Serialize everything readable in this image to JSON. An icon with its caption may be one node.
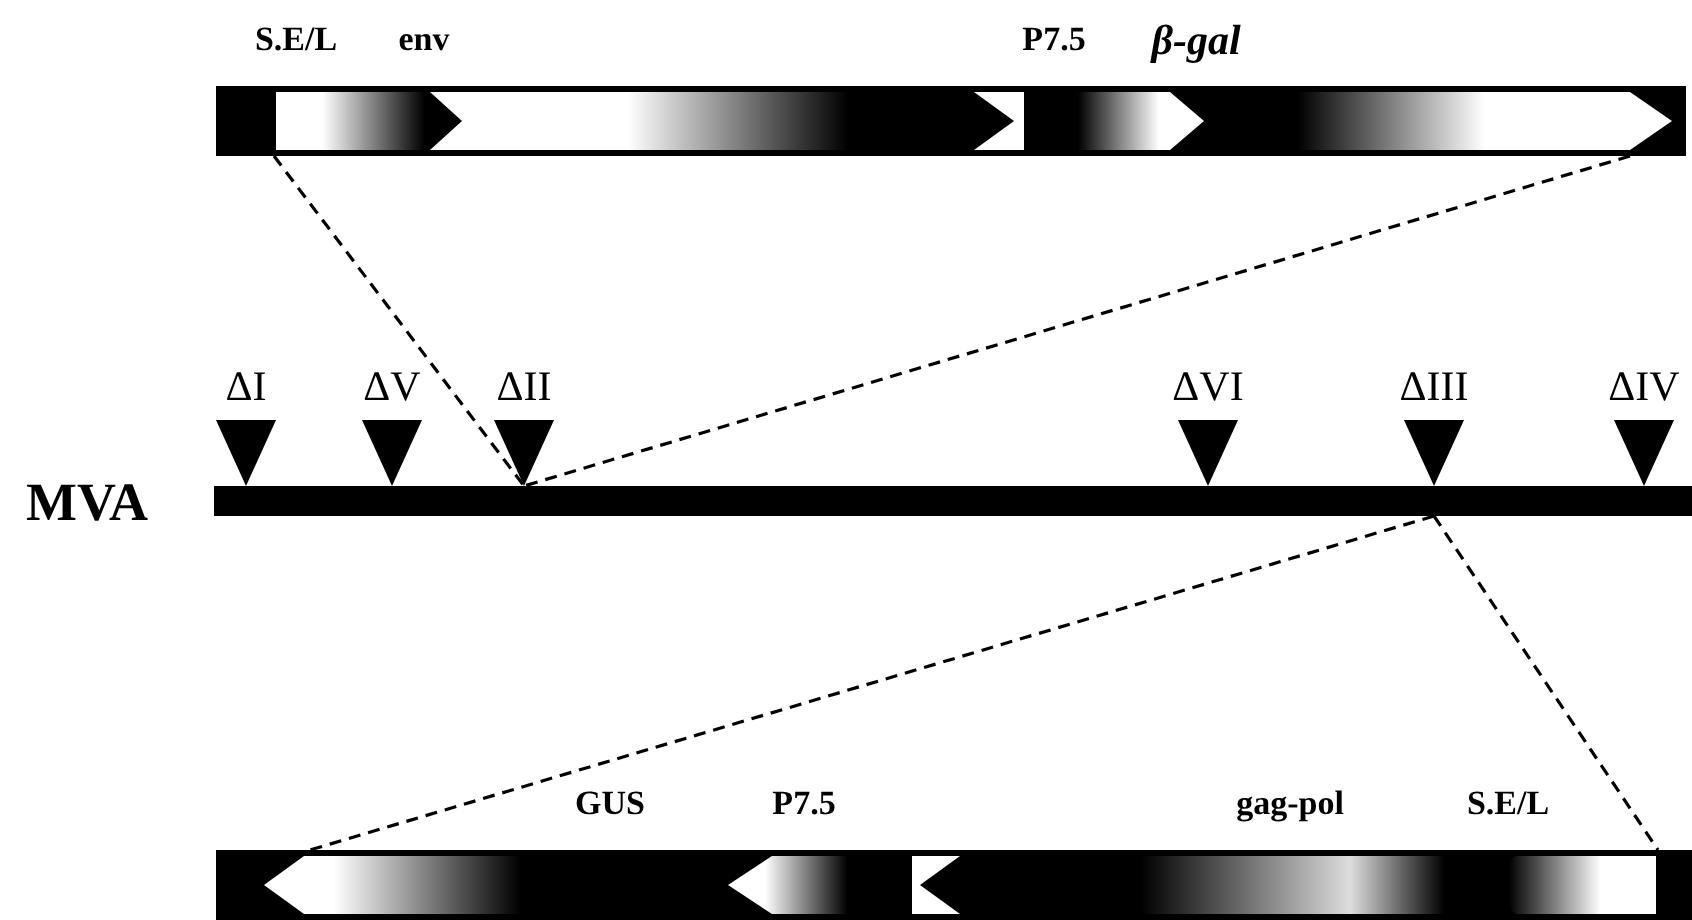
{
  "diagram": {
    "nodes": [
      {
        "text": [
          "S.E/L",
          "env",
          "P7.5",
          "β-gal"
        ]
      },
      {
        "text": [
          "MVA"
        ]
      },
      {
        "text": [
          "ΔI"
        ]
      },
      {
        "text": [
          "ΔV"
        ]
      },
      {
        "text": [
          "ΔII"
        ]
      },
      {
        "text": [
          "ΔVI"
        ]
      },
      {
        "text": [
          "ΔIII"
        ]
      },
      {
        "text": [
          "ΔIV"
        ]
      },
      {
        "text": [
          "GUS",
          "P7.5",
          "gag-pol",
          "S.E/L"
        ]
      }
    ],
    "edges": [
      {
        "from": 0,
        "to": 4,
        "arrow": "none",
        "style": "dashed"
      },
      {
        "from": 0,
        "to": 4,
        "arrow": "none",
        "style": "dashed"
      },
      {
        "from": 1,
        "to": 8,
        "arrow": "none",
        "style": "dashed"
      },
      {
        "from": 1,
        "to": 8,
        "arrow": "none",
        "style": "dashed"
      }
    ]
  }
}
